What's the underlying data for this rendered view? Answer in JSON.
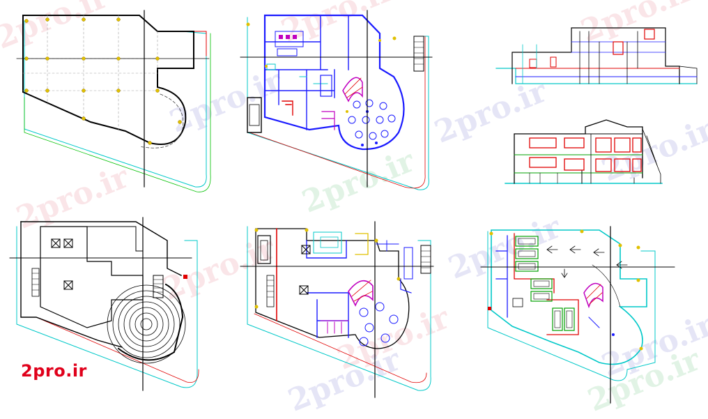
{
  "watermark": {
    "text": "2pro.ir"
  },
  "logo": {
    "text": "2pro.ir"
  },
  "colors": {
    "background": "#ffffff",
    "linework": "#000000",
    "wall": "#1a1aff",
    "cyan": "#00c8c8",
    "red": "#e00000",
    "magenta": "#c000c0",
    "green": "#00a000",
    "yellow": "#e0c000"
  },
  "drawings": [
    {
      "id": "roof-plan"
    },
    {
      "id": "ground-floor-plan"
    },
    {
      "id": "side-elevation"
    },
    {
      "id": "front-elevation"
    },
    {
      "id": "upper-roof-plan"
    },
    {
      "id": "first-floor-plan"
    },
    {
      "id": "basement-parking-plan"
    }
  ]
}
